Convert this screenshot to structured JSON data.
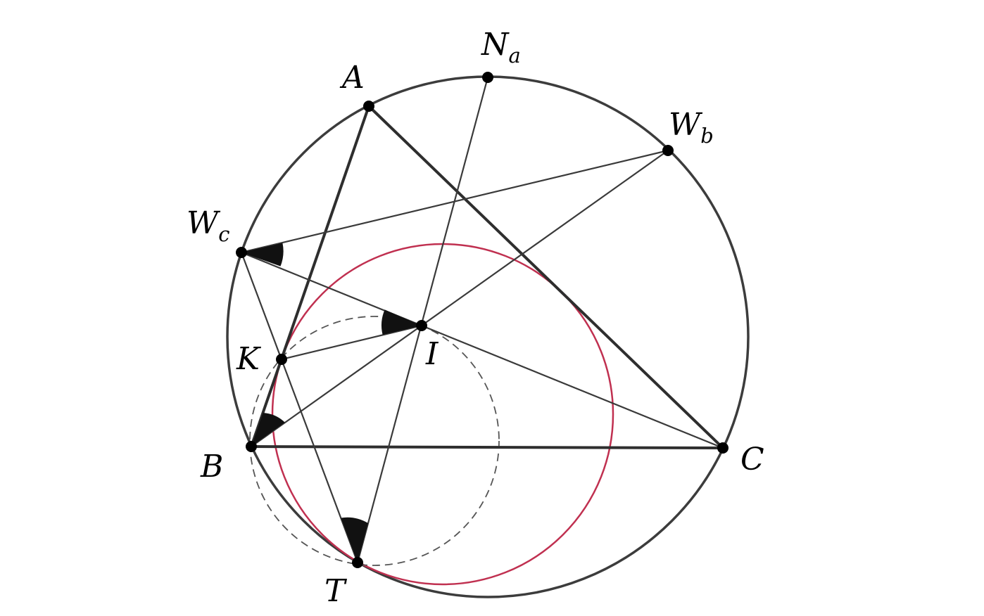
{
  "points": {
    "A": {
      "label": "A",
      "subscript": ""
    },
    "Na": {
      "label": "N",
      "subscript": "a"
    },
    "Wb": {
      "label": "W",
      "subscript": "b"
    },
    "Wc": {
      "label": "W",
      "subscript": "c"
    },
    "K": {
      "label": "K",
      "subscript": ""
    },
    "I": {
      "label": "I",
      "subscript": ""
    },
    "B": {
      "label": "B",
      "subscript": ""
    },
    "C": {
      "label": "C",
      "subscript": ""
    },
    "T": {
      "label": "T",
      "subscript": ""
    }
  },
  "colors": {
    "circumcircle": "#3c3c3c",
    "mixtilinear_circle": "#c03050",
    "dashed_circle": "#555555",
    "lines": "#3a3a3a",
    "points": "#000000",
    "angle_marks": "#111111"
  }
}
